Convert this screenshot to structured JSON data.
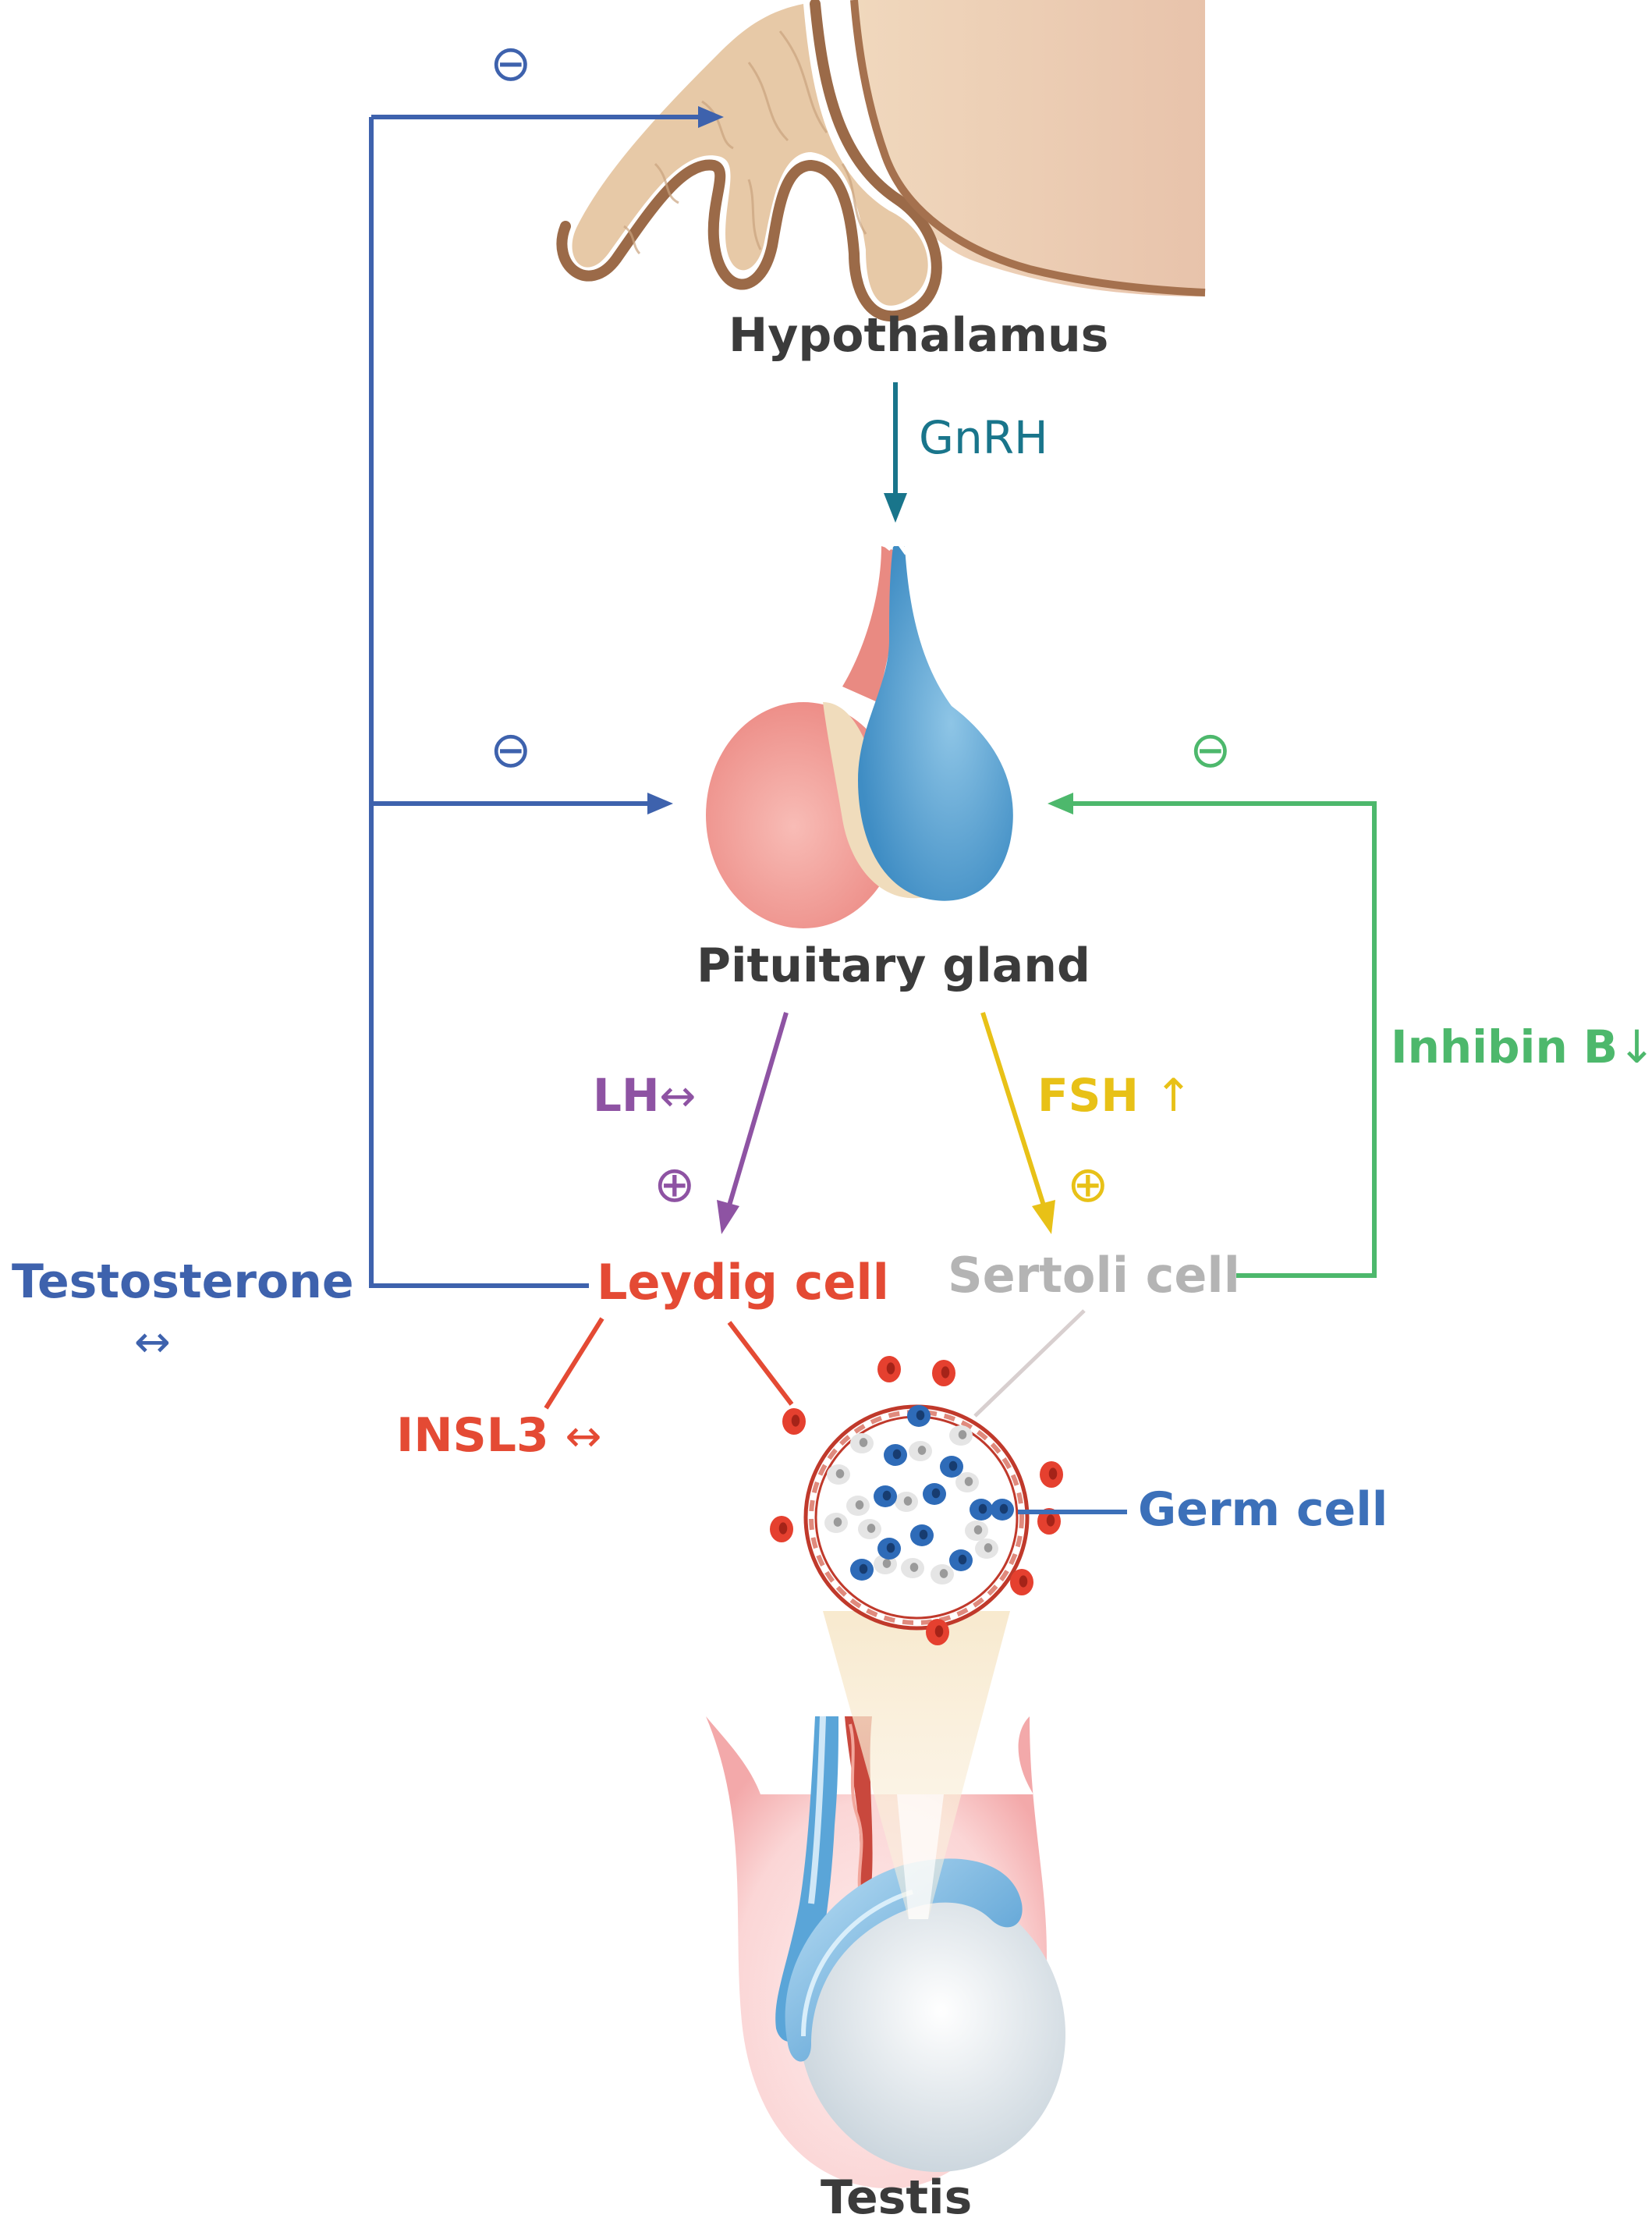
{
  "labels": {
    "hypothalamus": "Hypothalamus",
    "gnrh": "GnRH",
    "pituitary": "Pituitary gland",
    "lh": "LH",
    "fsh": "FSH",
    "inhibin_b": "Inhibin B",
    "testosterone": "Testosterone",
    "leydig": "Leydig cell",
    "sertoli": "Sertoli cell",
    "insl3": "INSL3",
    "germ_cell": "Germ cell",
    "testis": "Testis"
  },
  "signs": {
    "minus": "⊖",
    "plus": "⊕",
    "unchanged": "↔",
    "increase": "↑",
    "decrease": "↓"
  },
  "colors": {
    "testosterone": "#3e62ad",
    "gnrh": "#19758b",
    "lh": "#8e53a3",
    "fsh": "#e8c117",
    "inhibin": "#4db86c",
    "leydig": "#e44a34",
    "sertoli": "#b4b4b4",
    "germ": "#3c70b9",
    "text": "#3b3b3b"
  }
}
